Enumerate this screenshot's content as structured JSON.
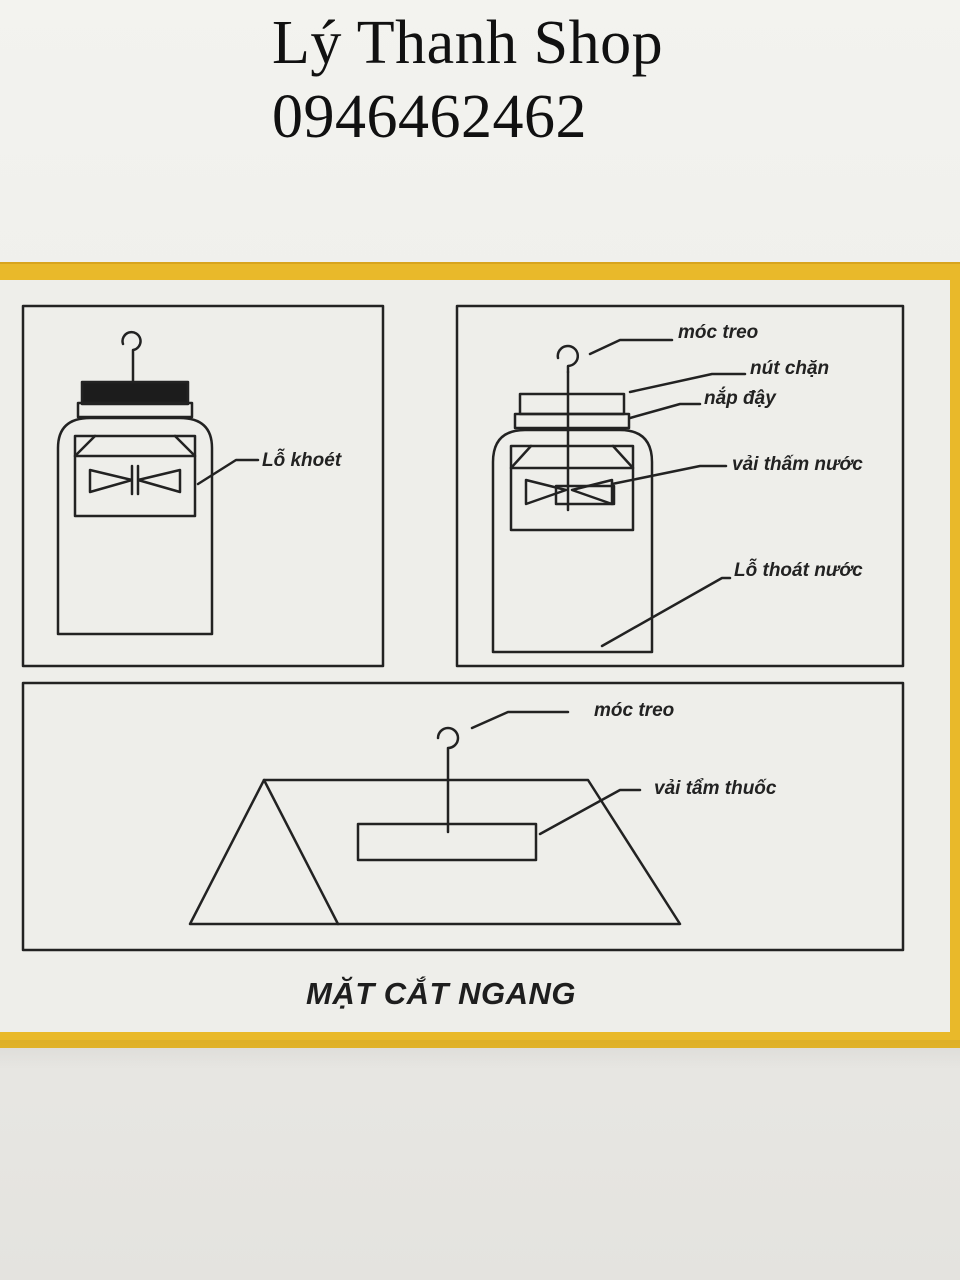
{
  "watermark": {
    "shop_name": "Lý Thanh Shop",
    "phone": "0946462462"
  },
  "colors": {
    "box_yellow": "#e9b92a",
    "box_face": "#eeeeea",
    "ink": "#222222"
  },
  "panel_left": {
    "label_hole": "Lỗ khoét"
  },
  "panel_right": {
    "label_hook": "móc treo",
    "label_stopper": "nút chặn",
    "label_lid": "nắp đậy",
    "label_cloth": "vải thấm nước",
    "label_drain": "Lỗ thoát nước"
  },
  "panel_bottom": {
    "label_hook": "móc treo",
    "label_cloth": "vải tẩm thuốc"
  },
  "caption": "MẶT CẮT NGANG"
}
